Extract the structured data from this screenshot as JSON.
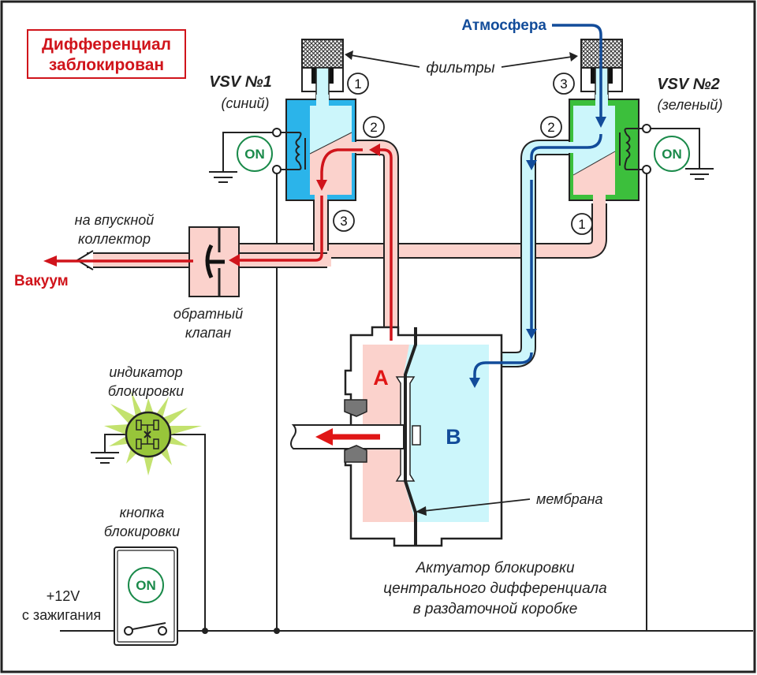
{
  "title_box": {
    "line1": "Дифференциал",
    "line2": "заблокирован"
  },
  "labels": {
    "atmosphere": "Атмосфера",
    "filters": "фильтры",
    "vsv1_name": "VSV №1",
    "vsv1_color": "(синий)",
    "vsv2_name": "VSV №2",
    "vsv2_color": "(зеленый)",
    "intake_line1": "на впускной",
    "intake_line2": "коллектор",
    "vacuum": "Вакуум",
    "check_valve_line1": "обратный",
    "check_valve_line2": "клапан",
    "indicator_line1": "индикатор",
    "indicator_line2": "блокировки",
    "button_line1": "кнопка",
    "button_line2": "блокировки",
    "power_line1": "+12V",
    "power_line2": "с зажигания",
    "membrane": "мембрана",
    "chamber_a": "A",
    "chamber_b": "B",
    "actuator_line1": "Актуатор блокировки",
    "actuator_line2": "центрального дифференциала",
    "actuator_line3": "в раздаточной коробке"
  },
  "vsv1": {
    "state": "ON",
    "ports": [
      "1",
      "2",
      "3"
    ]
  },
  "vsv2": {
    "state": "ON",
    "ports": [
      "3",
      "2",
      "1"
    ]
  },
  "lock_button": {
    "state": "ON"
  },
  "colors": {
    "vacuum_red": "#d0141b",
    "atmosphere_blue": "#124c9a",
    "vsv1_body": "#2bb4ea",
    "vsv2_body": "#3cbf3c",
    "vacuum_fill": "#fbd2cc",
    "atmosphere_fill": "#ccf6fb",
    "indicator_glow": "#98c53a",
    "on_green": "#1a8a4a"
  }
}
